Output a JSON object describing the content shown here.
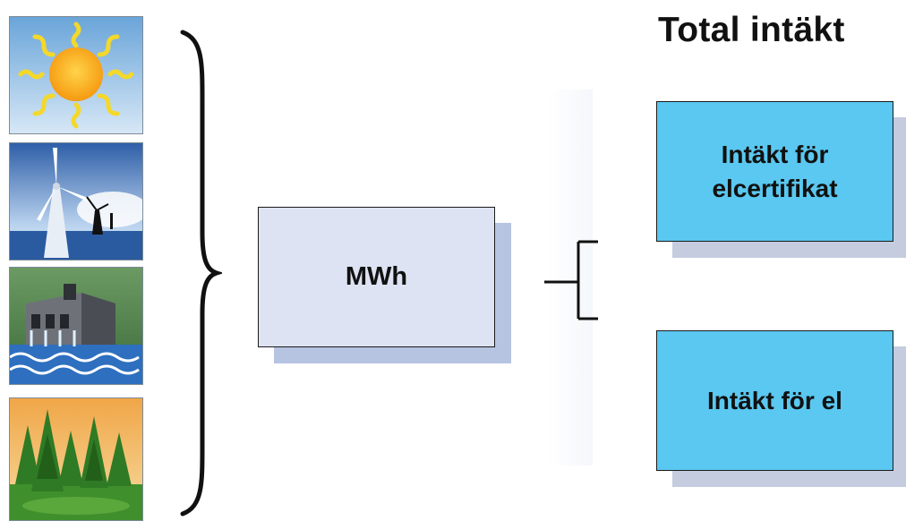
{
  "title": "Total intäkt",
  "center_box": {
    "label": "MWh"
  },
  "revenue_boxes": [
    {
      "label_line1": "Intäkt för",
      "label_line2": "elcertifikat"
    },
    {
      "label_line1": "Intäkt för el"
    }
  ],
  "energy_sources": [
    {
      "icon": "sun-icon"
    },
    {
      "icon": "wind-turbine-icon"
    },
    {
      "icon": "hydro-dam-icon"
    },
    {
      "icon": "forest-biomass-icon"
    }
  ],
  "colors": {
    "mwh_box": "#dde3f2",
    "revenue_box": "#5ac8f0",
    "shadow": "#b6c4e2"
  }
}
